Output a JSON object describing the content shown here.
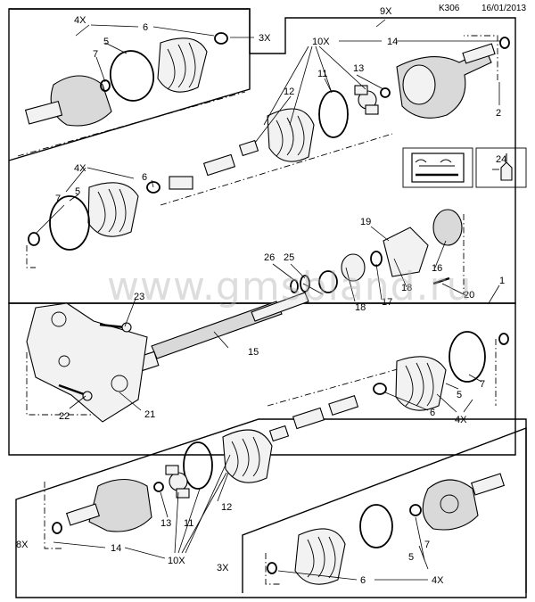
{
  "header": {
    "code": "K306",
    "date": "16/01/2013"
  },
  "watermark": "www.gmsbland.ru",
  "multipliers": {
    "m9x": "9X",
    "m3x_top": "3X",
    "m4x_a": "4X",
    "m10x_top": "10X",
    "m4x_b": "4X",
    "m4x_c": "4X",
    "m10x_bottom": "10X",
    "m8x": "8X",
    "m3x_bottom": "3X",
    "m4x_d": "4X"
  },
  "labels": {
    "l1": "1",
    "l2": "2",
    "l5a": "5",
    "l5b": "5",
    "l5c": "5",
    "l5d": "5",
    "l6a": "6",
    "l6b": "6",
    "l6c": "6",
    "l6d": "6",
    "l7a": "7",
    "l7b": "7",
    "l7c": "7",
    "l7d": "7",
    "l11a": "11",
    "l11b": "11",
    "l12a": "12",
    "l12b": "12",
    "l13a": "13",
    "l13b": "13",
    "l14a": "14",
    "l14b": "14",
    "l15": "15",
    "l16": "16",
    "l17": "17",
    "l18a": "18",
    "l18b": "18",
    "l19": "19",
    "l20": "20",
    "l21": "21",
    "l22": "22",
    "l23": "23",
    "l24": "24",
    "l25": "25",
    "l26": "26"
  },
  "icons": [
    "manual-wrench-icon",
    "lubricant-grease-icon"
  ]
}
